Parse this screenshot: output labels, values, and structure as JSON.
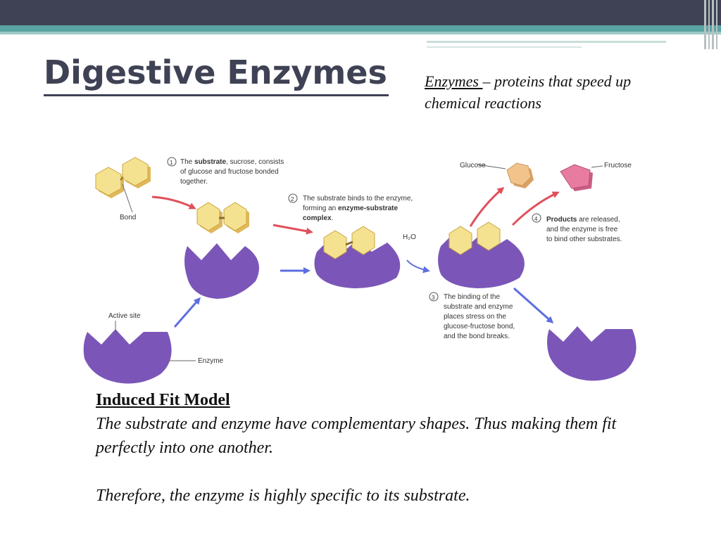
{
  "slide": {
    "title": "Digestive Enzymes",
    "definition": {
      "term": "Enzymes ",
      "text": "– proteins that speed up chemical reactions"
    }
  },
  "diagram": {
    "step1": {
      "number": "1",
      "line1_pre": "The ",
      "line1_bold": "substrate",
      "line1_post": ", sucrose, consists",
      "line2": "of glucose and fructose bonded",
      "line3": "together."
    },
    "step2": {
      "number": "2",
      "line1": "The substrate binds to the enzyme,",
      "line2_pre": "forming an ",
      "line2_bold": "enzyme-substrate",
      "line3_bold": "complex",
      "line3_post": "."
    },
    "step3": {
      "number": "3",
      "line1": "The binding of the",
      "line2": "substrate and enzyme",
      "line3": "places stress on the",
      "line4": "glucose-fructose bond,",
      "line5": "and the bond breaks."
    },
    "step4": {
      "number": "4",
      "line1_bold": "Products",
      "line1_post": " are released,",
      "line2": "and the enzyme is free",
      "line3": "to bind other substrates."
    },
    "labels": {
      "bond": "Bond",
      "active_site": "Active site",
      "enzyme": "Enzyme",
      "glucose": "Glucose",
      "fructose": "Fructose",
      "water": "H₂O"
    },
    "colors": {
      "enzyme": "#7b56b8",
      "substrate": "#f5e291",
      "fructose": "#e77ba0",
      "glucose": "#f2c48c",
      "arrow_red": "#e0505a",
      "arrow_blue": "#5d6ee0"
    }
  },
  "body": {
    "heading": "Induced Fit Model",
    "para1": "The substrate and enzyme have complementary shapes. Thus making them fit perfectly into one another.",
    "para2": "Therefore, the enzyme is highly specific to its substrate."
  }
}
